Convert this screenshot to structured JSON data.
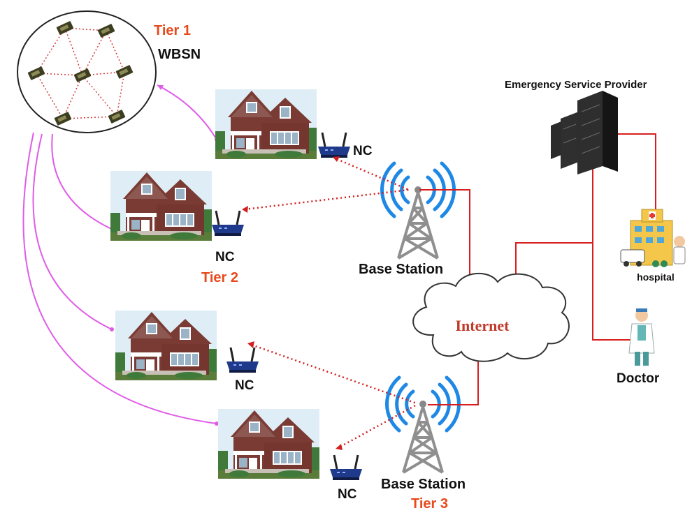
{
  "labels": {
    "tier1": "Tier 1",
    "wbsn": "WBSN",
    "tier2": "Tier 2",
    "tier3": "Tier 3",
    "nc": "NC",
    "base_station": "Base Station",
    "internet": "Internet",
    "emergency_service_provider": "Emergency Service Provider",
    "hospital": "hospital",
    "doctor": "Doctor"
  },
  "colors": {
    "tier_label": "#e8491d",
    "wbsn_link": "#d63a3a",
    "body_link": "#e05ce8",
    "wireless_link": "#d21f1f",
    "wired_link": "#d81e1e",
    "signal_wave": "#1e88e5",
    "house_wall": "#7a3b34",
    "router": "#1f3a8a"
  }
}
